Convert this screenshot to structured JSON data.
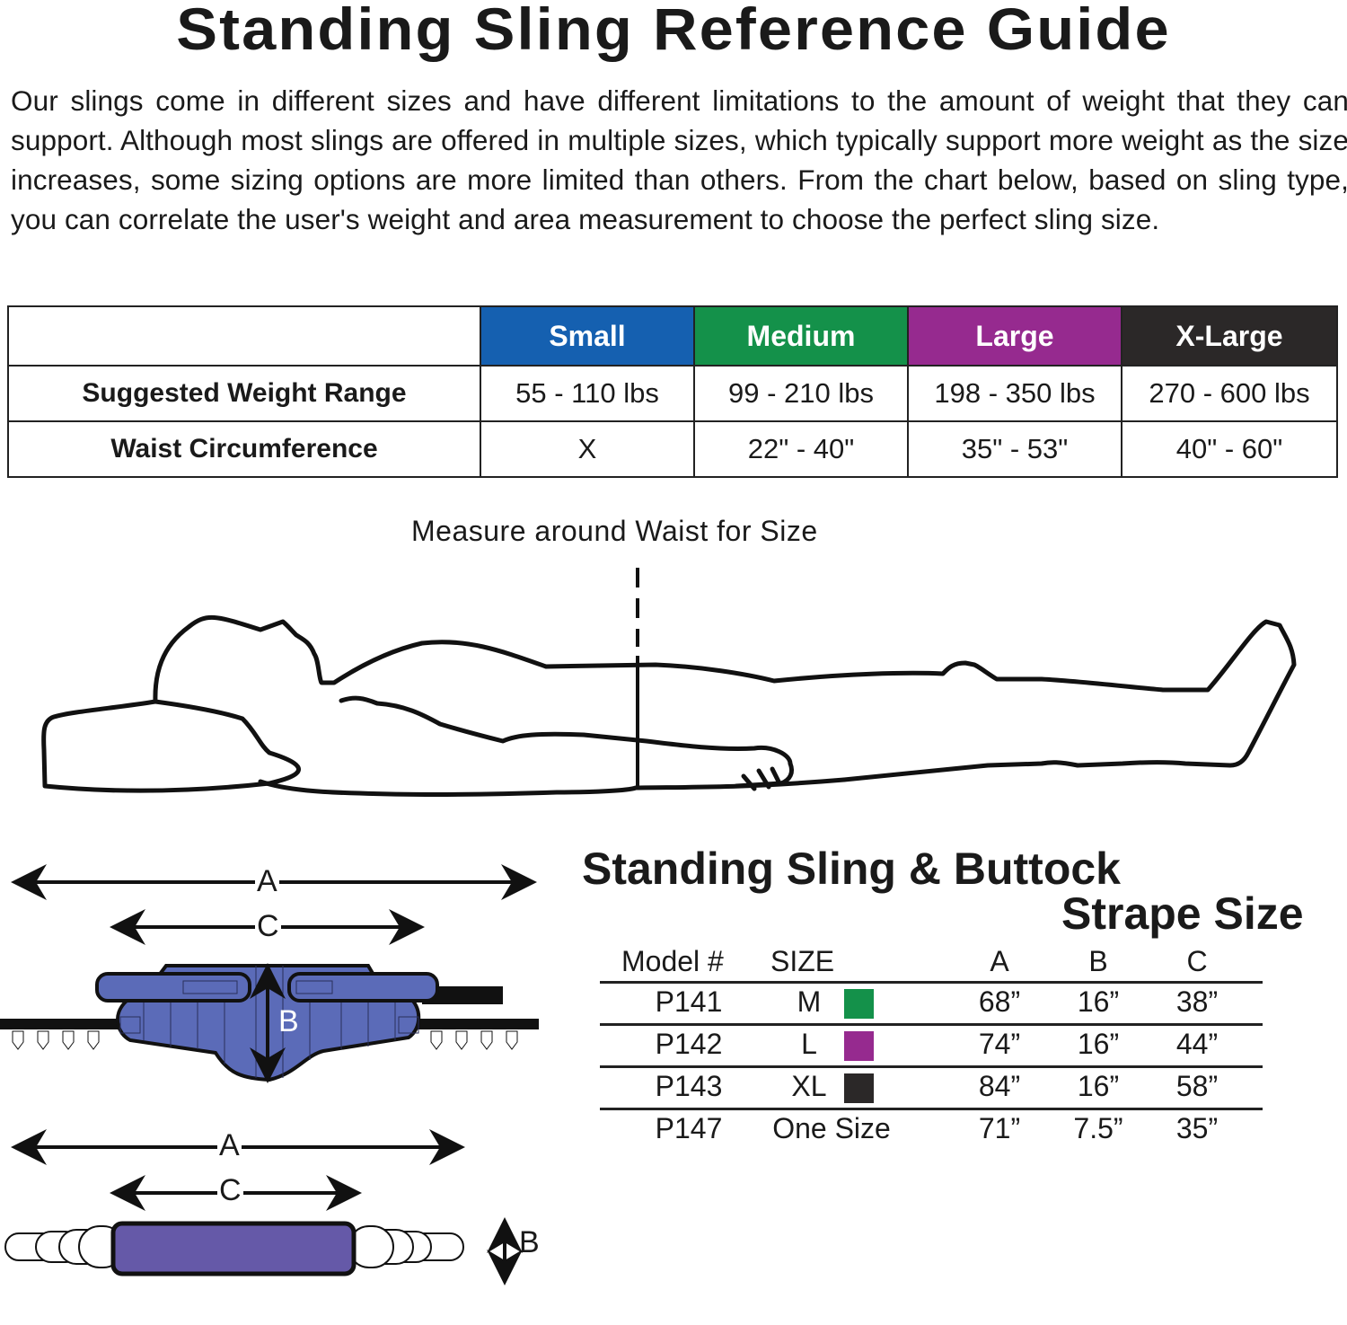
{
  "header": {
    "title": "Standing Sling Reference Guide",
    "intro": "Our slings come in different sizes and have different limitations to the amount of weight that they can support. Although most slings are offered in multiple sizes, which typically support more weight as the size increases, some sizing options are more limited than others. From the chart below, based on sling type, you can correlate the user's weight and area measurement to choose the perfect sling size."
  },
  "size_chart": {
    "columns": [
      {
        "label": "Small",
        "color": "#1560b0"
      },
      {
        "label": "Medium",
        "color": "#14914a"
      },
      {
        "label": "Large",
        "color": "#962a8f"
      },
      {
        "label": "X-Large",
        "color": "#2b2828"
      }
    ],
    "rows": [
      {
        "label": "Suggested Weight Range",
        "values": [
          "55 - 110 lbs",
          "99 - 210 lbs",
          "198 - 350 lbs",
          "270 - 600 lbs"
        ]
      },
      {
        "label": "Waist Circumference",
        "values": [
          "X",
          "22\" - 40\"",
          "35\" - 53\"",
          "40\" - 60\""
        ]
      }
    ]
  },
  "diagram": {
    "measure_label": "Measure around Waist for Size",
    "sling_labels": {
      "a": "A",
      "b": "B",
      "c": "C"
    },
    "strap_labels": {
      "a": "A",
      "b": "B",
      "c": "C"
    },
    "sling_color": "#5b6bb8",
    "strap_color": "#6559a8"
  },
  "model_table": {
    "title_line1": "Standing Sling & Buttock",
    "title_line2": "Strape Size",
    "headers": {
      "model": "Model #",
      "size": "SIZE",
      "a": "A",
      "b": "B",
      "c": "C"
    },
    "rows": [
      {
        "model": "P141",
        "size": "M",
        "swatch": "#14914a",
        "a": "68”",
        "b": "16”",
        "c": "38”"
      },
      {
        "model": "P142",
        "size": "L",
        "swatch": "#962a8f",
        "a": "74”",
        "b": "16”",
        "c": "44”"
      },
      {
        "model": "P143",
        "size": "XL",
        "swatch": "#2b2828",
        "a": "84”",
        "b": "16”",
        "c": "58”"
      },
      {
        "model": "P147",
        "size": "One Size",
        "swatch": null,
        "a": "71”",
        "b": "7.5”",
        "c": "35”"
      }
    ]
  }
}
